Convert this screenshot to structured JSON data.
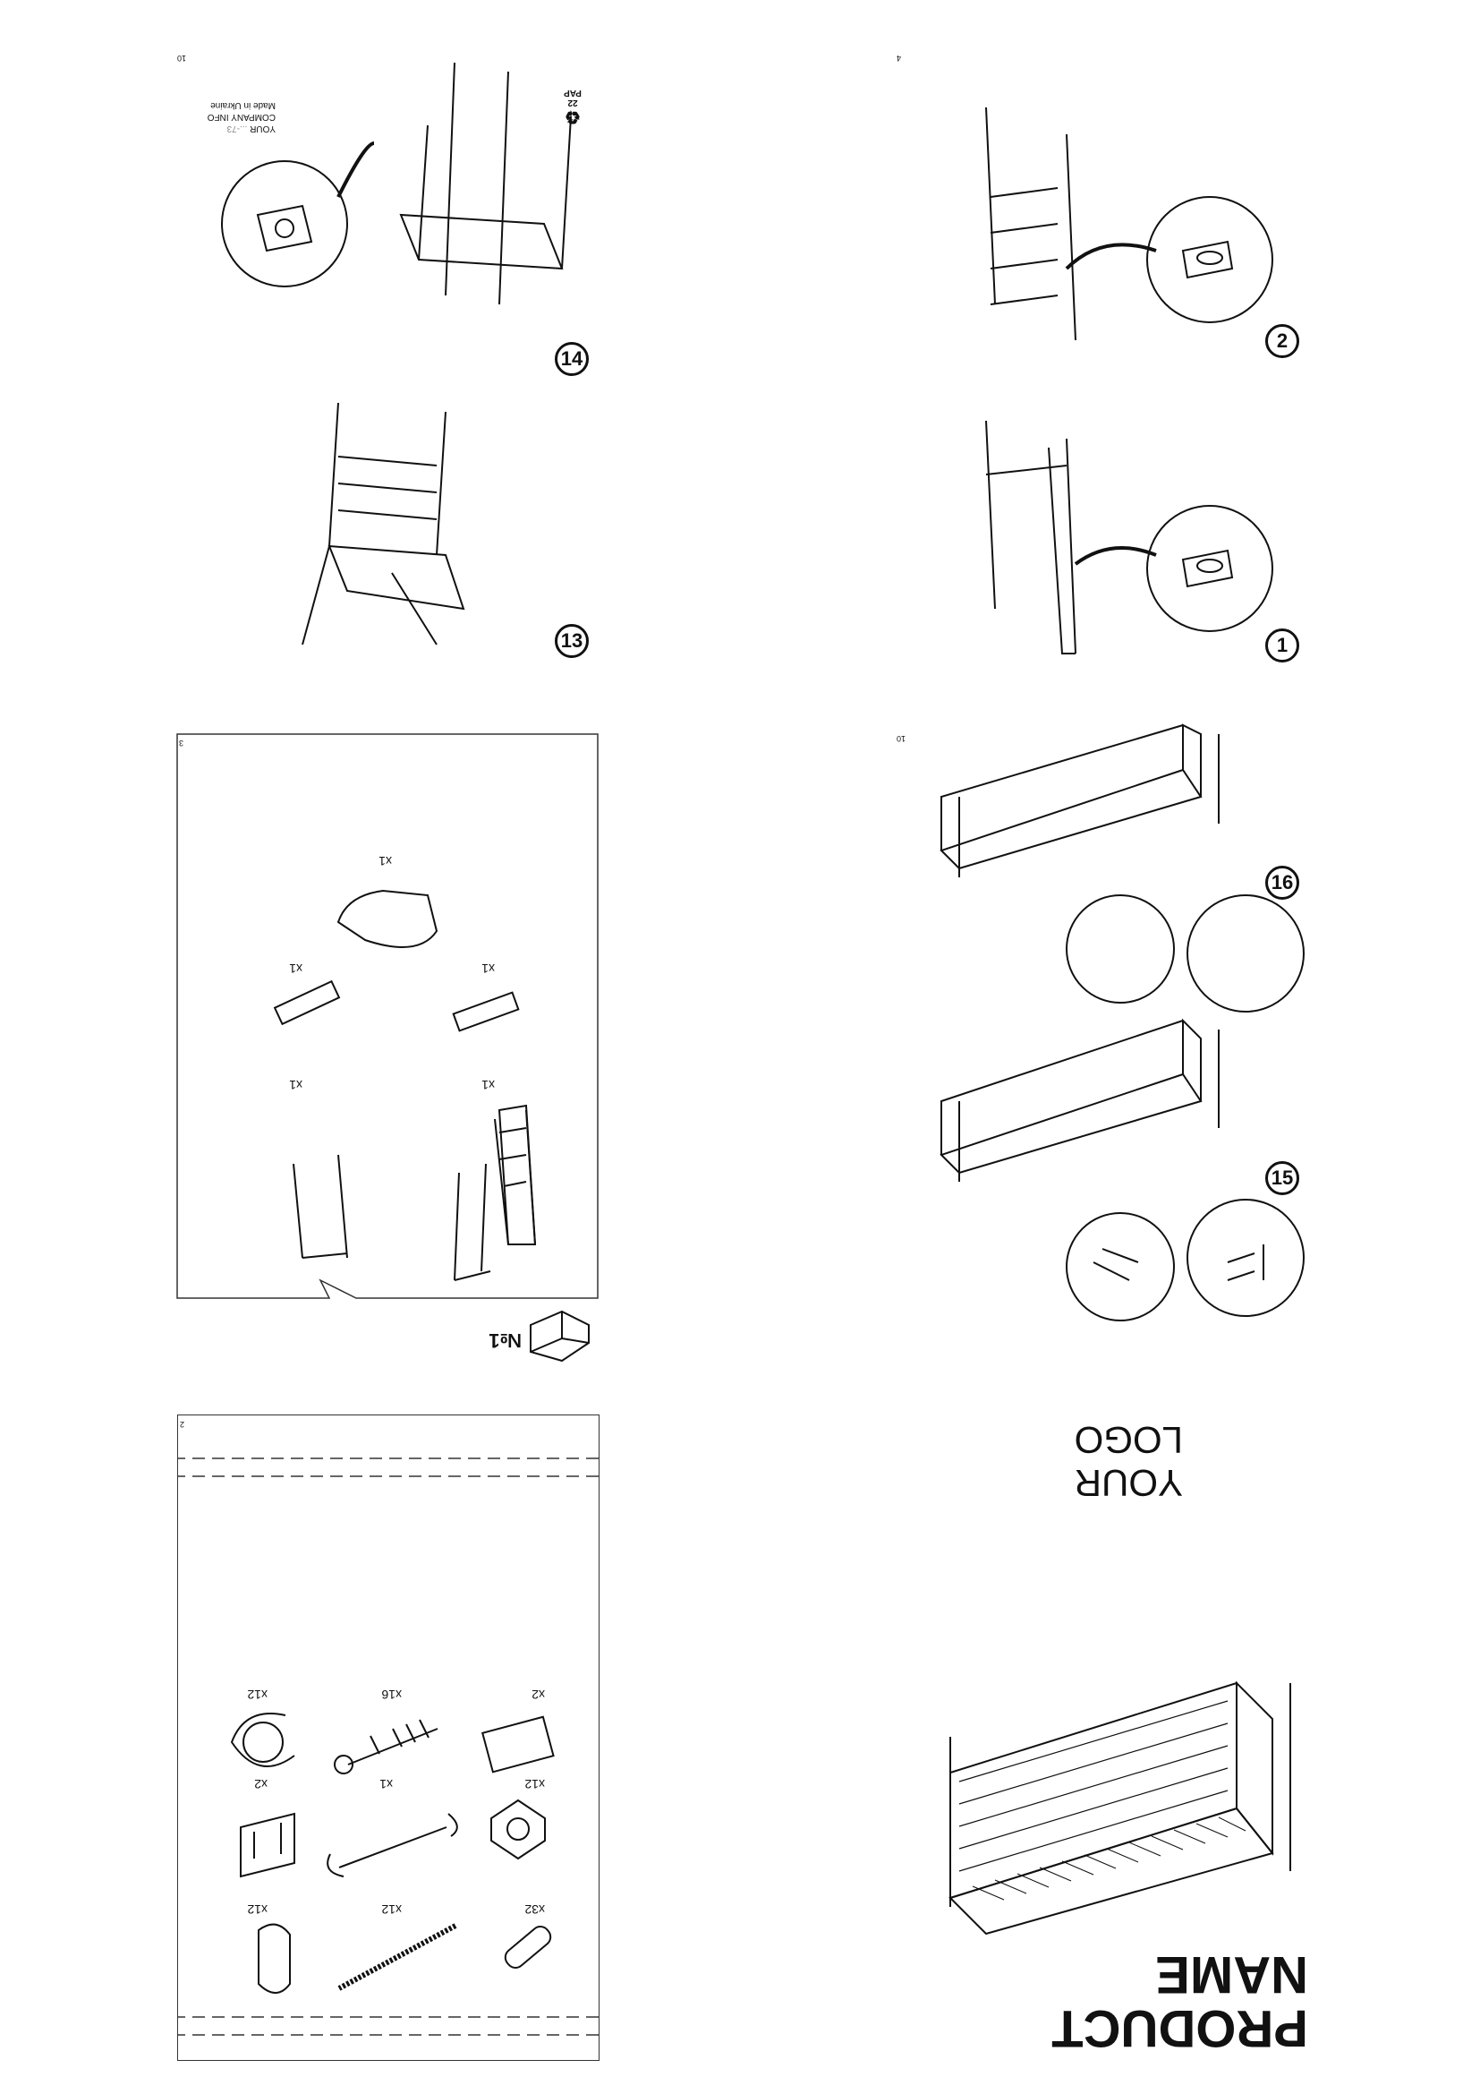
{
  "cover": {
    "title_line1": "PRODUCT",
    "title_line2": "NAME",
    "logo_line1": "YOUR",
    "logo_line2": "LOGO"
  },
  "back": {
    "company_line1": "YOUR",
    "company_line1_suffix": "...-73",
    "company_line2": "COMPANY INFO",
    "company_line3": "Made in Ukraine",
    "page_number": "10",
    "recycle_label": "PAP",
    "recycle_code": "22"
  },
  "hardware": {
    "page_number": "2",
    "items": [
      {
        "name": "dowel",
        "qty": "x32"
      },
      {
        "name": "threaded-rod",
        "qty": "x12"
      },
      {
        "name": "cam-lock",
        "qty": "x12"
      },
      {
        "name": "nut",
        "qty": "x12"
      },
      {
        "name": "wrench",
        "qty": "x1"
      },
      {
        "name": "corner-bracket",
        "qty": "x2"
      },
      {
        "name": "plate-bracket",
        "qty": "x2"
      },
      {
        "name": "wood-screw",
        "qty": "x16"
      },
      {
        "name": "ring-fastener",
        "qty": "x12"
      }
    ]
  },
  "parts": {
    "page_number": "3",
    "box_label": "№1",
    "items": [
      {
        "name": "headboard-frame",
        "qty": "x1"
      },
      {
        "name": "footboard-frame",
        "qty": "x1"
      },
      {
        "name": "rail-bracket-a",
        "qty": "x1"
      },
      {
        "name": "rail-bracket-b",
        "qty": "x1"
      },
      {
        "name": "seat-panel",
        "qty": "x1"
      }
    ]
  },
  "steps": {
    "s1": "1",
    "s2": "2",
    "s13": "13",
    "s14": "14",
    "s15": "15",
    "s16": "16"
  },
  "steps_page_number_a": "4",
  "steps_page_number_b": "10"
}
